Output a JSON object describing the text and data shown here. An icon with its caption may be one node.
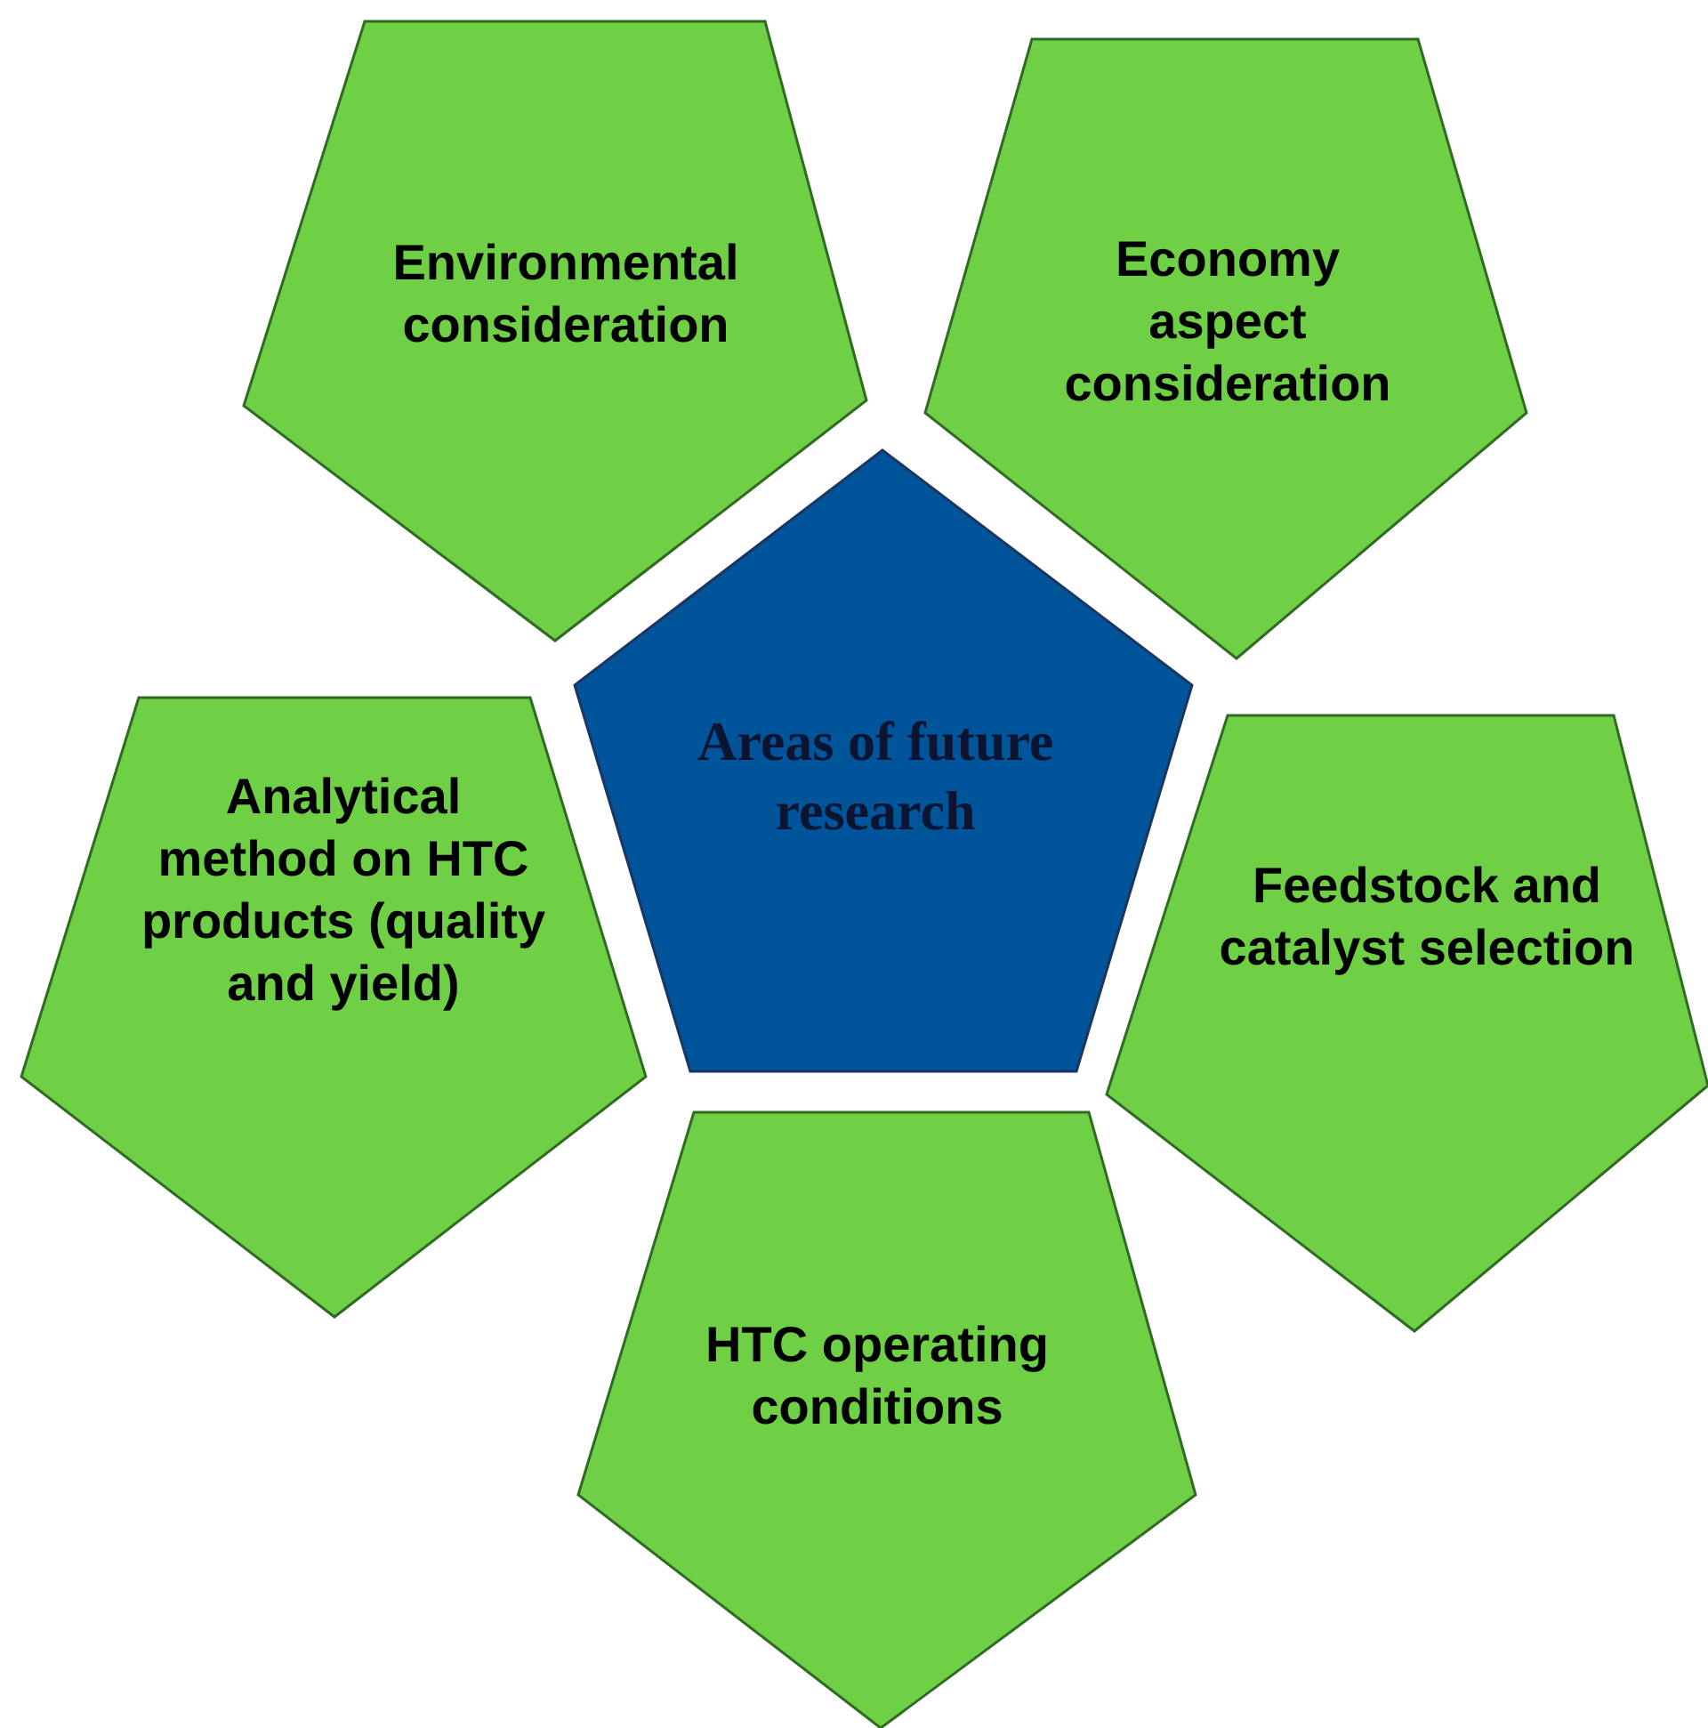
{
  "diagram": {
    "nodes": [
      {
        "text": [
          "Environmental consideration"
        ]
      },
      {
        "text": [
          "Economy aspect consideration"
        ]
      },
      {
        "text": [
          "Areas of future research"
        ]
      },
      {
        "text": [
          "Analytical method on HTC products (quality and yield)"
        ]
      },
      {
        "text": [
          "Feedstock and catalyst selection"
        ]
      },
      {
        "text": [
          "HTC operating conditions"
        ]
      }
    ],
    "edges": []
  }
}
